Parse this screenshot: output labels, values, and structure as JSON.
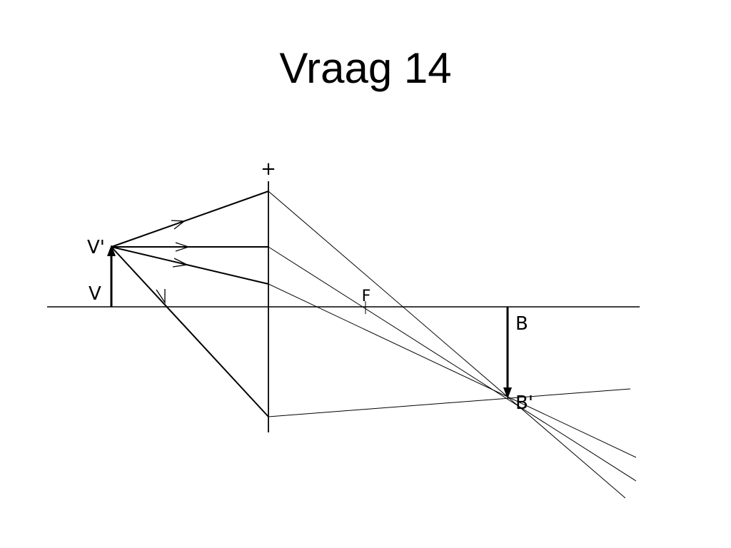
{
  "title": "Vraag 14",
  "diagram": {
    "lens_symbol": "+",
    "labels": {
      "object_top": "V'",
      "object": "V",
      "focal_point": "F",
      "image": "B",
      "image_top": "B'"
    },
    "colors": {
      "ink": "#000000",
      "background": "#ffffff"
    }
  }
}
